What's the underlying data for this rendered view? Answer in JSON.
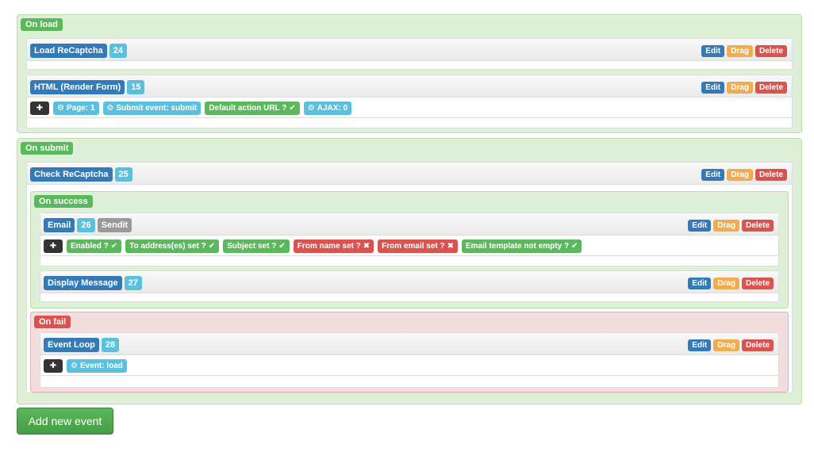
{
  "buttons": {
    "edit": "Edit",
    "drag": "Drag",
    "delete": "Delete"
  },
  "icons": {
    "plugin": "puzzle-piece-icon",
    "gear": "gear-icon",
    "check": "check-icon",
    "cross": "times-icon"
  },
  "events": {
    "on_load": {
      "label": "On load",
      "actions": {
        "load_recaptcha": {
          "name": "Load ReCaptcha",
          "id": "24"
        },
        "html_render": {
          "name": "HTML (Render Form)",
          "id": "15",
          "tags": {
            "page": "Page: 1",
            "submit_event": "Submit event: submit",
            "default_url": "Default action URL ?",
            "ajax": "AJAX: 0"
          }
        }
      }
    },
    "on_submit": {
      "label": "On submit",
      "actions": {
        "check_recaptcha": {
          "name": "Check ReCaptcha",
          "id": "25",
          "on_success": {
            "label": "On success",
            "actions": {
              "email": {
                "name": "Email",
                "id": "26",
                "extra": "Sendit",
                "tags": {
                  "enabled": "Enabled ?",
                  "to_address": "To address(es) set ?",
                  "subject": "Subject set ?",
                  "from_name": "From name set ?",
                  "from_email": "From email set ?",
                  "template": "Email template not empty ?"
                }
              },
              "display_message": {
                "name": "Display Message",
                "id": "27"
              }
            }
          },
          "on_fail": {
            "label": "On fail",
            "actions": {
              "event_loop": {
                "name": "Event Loop",
                "id": "28",
                "tags": {
                  "event": "Event: load"
                }
              }
            }
          }
        }
      }
    }
  },
  "add_button": "Add new event",
  "colors": {
    "primary": "#337ab7",
    "info": "#5bc0de",
    "success": "#5cb85c",
    "danger": "#d9534f",
    "warning": "#f0ad4e",
    "default": "#999999",
    "event_bg": "#dff0d8",
    "fail_bg": "#f2dede"
  }
}
